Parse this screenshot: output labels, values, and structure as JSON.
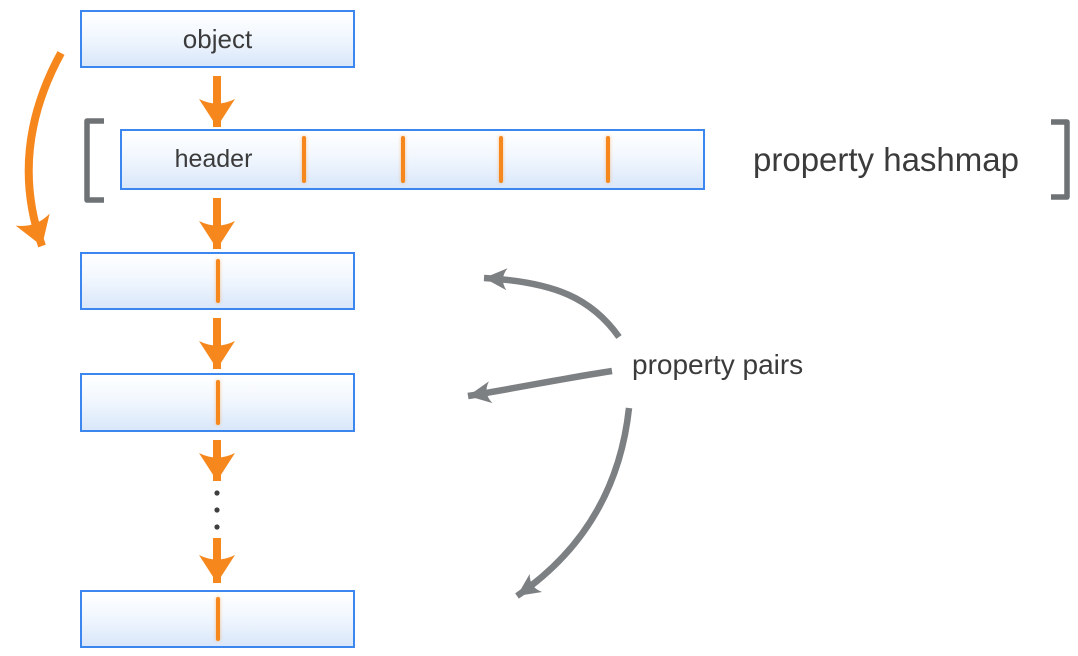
{
  "labels": {
    "object": "object",
    "header": "header",
    "property_hashmap": "property hashmap",
    "property_pairs": "property pairs"
  },
  "structure": {
    "header_slot_count": 5,
    "header_divider_count": 4,
    "pair_box_count": 3,
    "ellipsis_dot_count": 3
  },
  "arrows": {
    "orange_flow": [
      "object-to-header",
      "object-to-pair-1-curve",
      "header-to-pair-1",
      "pair-1-to-pair-2",
      "pair-2-to-ellipsis",
      "ellipsis-to-pair-3"
    ],
    "gray_pointers": [
      "pairs-label-to-pair-1",
      "pairs-label-to-pair-2",
      "pairs-label-to-pair-3"
    ]
  },
  "colors": {
    "background": "#FFFFFF",
    "box_border": "#3B87EF",
    "box_fill_top": "#FFFFFF",
    "box_fill_bottom": "#D9E7FA",
    "accent_orange": "#F6871D",
    "arrow_gray": "#7D8083",
    "bracket_gray": "#6F7275",
    "text": "#3B3B3C"
  }
}
